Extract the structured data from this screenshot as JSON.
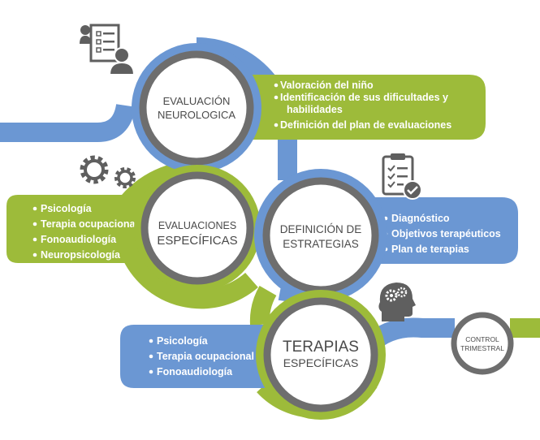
{
  "colors": {
    "blue": "#6b97d3",
    "green": "#9dbb3a",
    "ring": "#6e6e6e",
    "icon": "#5f5f5f",
    "text_dark": "#4a4a4a",
    "text_light": "#ffffff"
  },
  "steps": [
    {
      "title_lines": [
        "EVALUACIÓN",
        "NEUROLOGICA"
      ],
      "bullets": [
        "Valoración del niño",
        "Identificación de sus dificultades y",
        "habilidades",
        "Definición del plan de evaluaciones"
      ],
      "icon": "evaluation-form-icon"
    },
    {
      "title_lines": [
        "EVALUACIONES",
        "ESPECÍFICAS"
      ],
      "bullets": [
        "Psicología",
        "Terapia ocupacional",
        "Fonoaudiología",
        "Neuropsicología"
      ],
      "icon": "gears-icon"
    },
    {
      "title_lines": [
        "DEFINICIÓN DE",
        "ESTRATEGIAS"
      ],
      "bullets": [
        "Diagnóstico",
        "Objetivos terapéuticos",
        "Plan de terapias"
      ],
      "icon": "checklist-icon"
    },
    {
      "title_lines": [
        "TERAPIAS",
        "ESPECÍFICAS"
      ],
      "bullets": [
        "Psicología",
        "Terapia ocupacional",
        "Fonoaudiología"
      ],
      "icon": "head-gears-icon"
    }
  ],
  "final_step": {
    "title_lines": [
      "CONTROL",
      "TRIMESTRAL"
    ]
  }
}
